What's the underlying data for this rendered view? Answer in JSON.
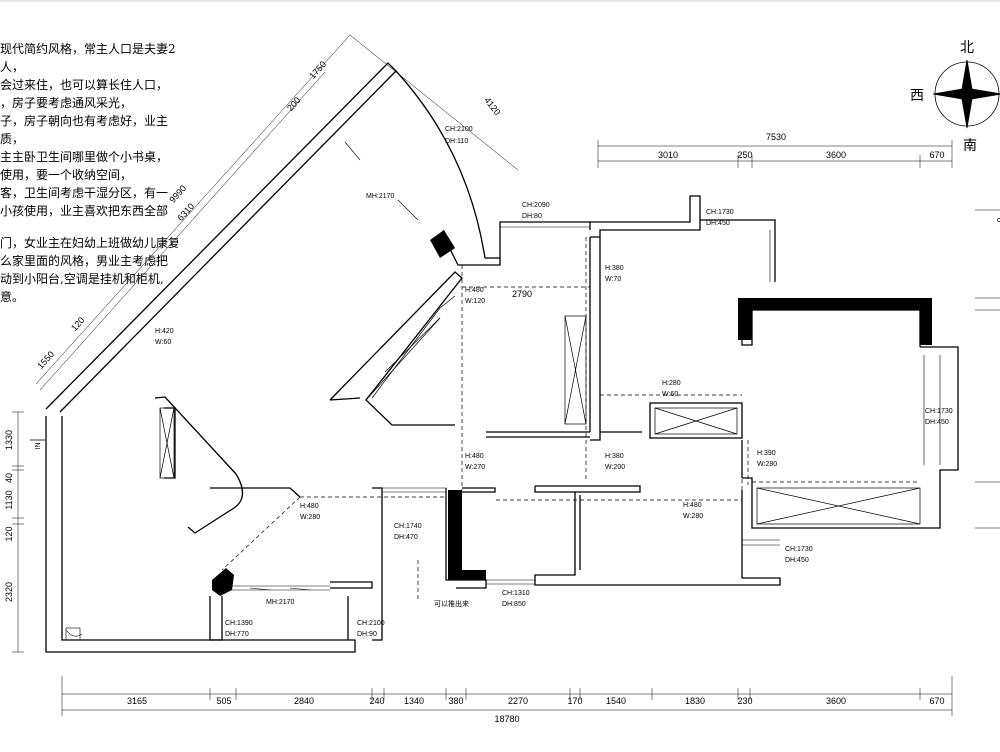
{
  "notes": [
    "现代简约风格，常主人口是夫妻2",
    "人，",
    "会过来住，也可以算长住人口，",
    "，房子要考虑通风采光，",
    "子，房子朝向也有考虑好，业主",
    "质，",
    "主主卧卫生间哪里做个小书桌，",
    "使用，要一个收纳空间，",
    "客，卫生间考虑干湿分区，有一",
    "小孩使用，业主喜欢把东西全部",
    "",
    "门，女业主在妇幼上班做幼儿康复",
    "么家里面的风格，男业主考虑把",
    "动到小阳台,空调是挂机和柜机,",
    "意。"
  ],
  "compass": {
    "north": "北",
    "west": "西",
    "south": "南"
  },
  "dimensions": {
    "top_total": "7530",
    "top_segments": [
      "3010",
      "250",
      "3600",
      "670"
    ],
    "bottom_total": "18780",
    "bottom_segments": [
      "3165",
      "505",
      "2840",
      "240",
      "1340",
      "380",
      "2270",
      "170",
      "1540",
      "1830",
      "230",
      "3600",
      "670"
    ],
    "left_segments": [
      "1330",
      "40",
      "1130",
      "120",
      "2320"
    ],
    "diag_outer": [
      "1750",
      "4120"
    ],
    "diag_inner": [
      "200",
      "9990",
      "6310",
      "120",
      "1550"
    ],
    "room_width": "2790"
  },
  "labels": {
    "ch2100_dh110": [
      "CH:2100",
      "DH:110"
    ],
    "mh2170_top": "MH:2170",
    "ch2090_dh80": [
      "CH:2090",
      "DH:80"
    ],
    "ch1730_dh450_top": [
      "CH:1730",
      "DH:450"
    ],
    "h380_w70": [
      "H:380",
      "W:70"
    ],
    "h480_w120": [
      "H:480",
      "W:120"
    ],
    "h420_w60": [
      "H:420",
      "W:60"
    ],
    "h280_w60": [
      "H:280",
      "W:60"
    ],
    "ch1730_dh450_right": [
      "CH:1730",
      "DH:450"
    ],
    "h480_w270": [
      "H:480",
      "W:270"
    ],
    "h380_w200": [
      "H:380",
      "W:200"
    ],
    "h390_w280": [
      "H:390",
      "W:280"
    ],
    "h480_w280_left": [
      "H:480",
      "W:280"
    ],
    "h480_w280_mid": [
      "H:480",
      "W:280"
    ],
    "ch1740_dh470": [
      "CH:1740",
      "DH:470"
    ],
    "ch1730_dh450_bottom": [
      "CH:1730",
      "DH:450"
    ],
    "mh2170_bottom": "MH:2170",
    "ch1390_dh770": [
      "CH:1390",
      "DH:770"
    ],
    "ch2100_dh90": [
      "CH:2100",
      "DH:90"
    ],
    "ch1310_dh850": [
      "CH:1310",
      "DH:850"
    ],
    "pull_out_note": "可以推出来",
    "entry": "ΙΝ"
  }
}
